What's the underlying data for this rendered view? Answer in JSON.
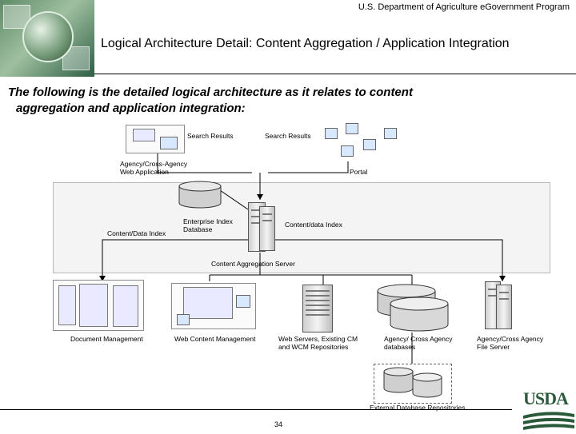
{
  "header": {
    "program": "U.S. Department of Agriculture eGovernment Program",
    "title": "Logical Architecture Detail: Content Aggregation / Application Integration"
  },
  "intro": {
    "line1": "The following is the detailed logical architecture as it relates to content",
    "line2": "aggregation and application integration:"
  },
  "diagram": {
    "search_results_left": "Search Results",
    "search_results_right": "Search Results",
    "agency_app_line1": "Agency/Cross-Agency",
    "agency_app_line2": "Web Application",
    "portal": "Portal",
    "content_data_index_left": "Content/Data Index",
    "enterprise_index_line1": "Enterprise Index",
    "enterprise_index_line2": "Database",
    "content_data_index_right": "Content/data Index",
    "aggregation_server": "Content Aggregation Server",
    "doc_mgmt": "Document Management",
    "web_content_mgmt": "Web Content Management",
    "web_servers_line1": "Web Servers, Existing CM",
    "web_servers_line2": "and WCM Repositories",
    "agency_db_line1": "Agency/ Cross Agency",
    "agency_db_line2": "databases",
    "file_server_line1": "Agency/Cross Agency",
    "file_server_line2": "File Server",
    "external_repos": "External Database Repositories"
  },
  "footer": {
    "page_number": "34",
    "logo_text": "USDA"
  },
  "colors": {
    "usda_green": "#2a5a3a",
    "region_fill": "#f4f4f4"
  }
}
